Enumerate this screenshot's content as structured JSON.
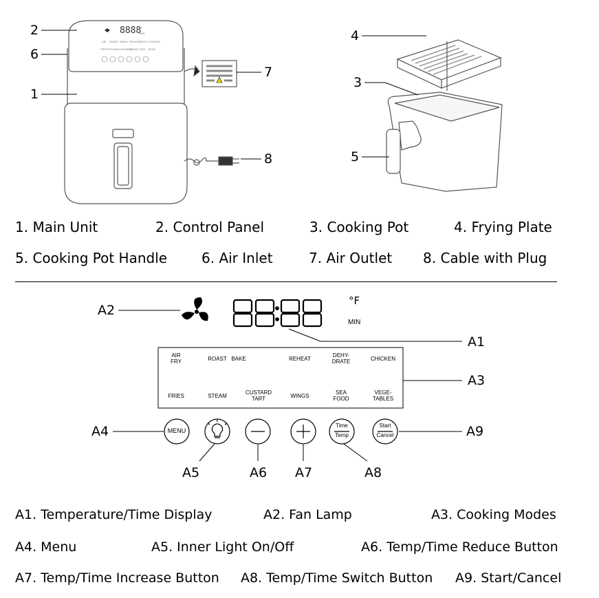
{
  "top_diagram": {
    "callouts": [
      "1",
      "2",
      "3",
      "4",
      "5",
      "6",
      "7",
      "8"
    ],
    "panel_digits": "8888"
  },
  "parts_legend": [
    "1. Main Unit",
    "2. Control Panel",
    "3. Cooking Pot",
    "4. Frying Plate",
    "5. Cooking Pot Handle",
    "6. Air Inlet",
    "7. Air Outlet",
    "8. Cable with Plug"
  ],
  "control_panel": {
    "display_digits": "88:88",
    "unit_f": "°F",
    "unit_min": "MIN",
    "callouts": {
      "a1": "A1",
      "a2": "A2",
      "a3": "A3",
      "a4": "A4",
      "a5": "A5",
      "a6": "A6",
      "a7": "A7",
      "a8": "A8",
      "a9": "A9"
    },
    "modes_row1": [
      [
        "AIR",
        "FRY"
      ],
      [
        "ROAST",
        ""
      ],
      [
        "BAKE",
        ""
      ],
      [
        "REHEAT",
        ""
      ],
      [
        "DEHY-",
        "DRATE"
      ],
      [
        "CHICKEN",
        ""
      ]
    ],
    "modes_row2": [
      [
        "FRIES",
        ""
      ],
      [
        "STEAM",
        ""
      ],
      [
        "CUSTARD",
        "TART"
      ],
      [
        "WINGS",
        ""
      ],
      [
        "SEA",
        "FOOD"
      ],
      [
        "VEGE-",
        "TABLES"
      ]
    ],
    "buttons": {
      "menu": "MENU",
      "time": "Time",
      "temp": "Temp",
      "start": "Start",
      "cancel": "Cancel"
    }
  },
  "panel_legend": [
    "A1. Temperature/Time Display",
    "A2. Fan Lamp",
    "A3. Cooking Modes",
    "A4. Menu",
    "A5. Inner Light On/Off",
    "A6. Temp/Time Reduce Button",
    "A7. Temp/Time Increase Button",
    "A8. Temp/Time Switch Button",
    "A9. Start/Cancel"
  ]
}
